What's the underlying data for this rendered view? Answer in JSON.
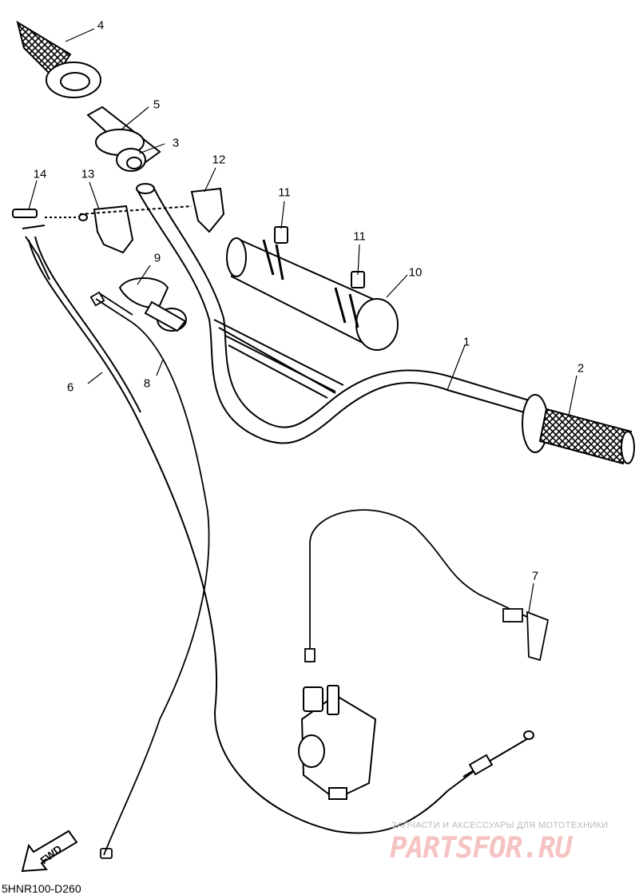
{
  "callouts": {
    "c1": "1",
    "c2": "2",
    "c3": "3",
    "c4": "4",
    "c5": "5",
    "c6": "6",
    "c7": "7",
    "c8": "8",
    "c9": "9",
    "c10": "10",
    "c11a": "11",
    "c11b": "11",
    "c12": "12",
    "c13": "13",
    "c14": "14"
  },
  "diagram_code": "5HNR100-D260",
  "fwd_label": "FWD",
  "watermark": {
    "tagline": "ЗАПЧАСТИ И АКСЕССУАРЫ ДЛЯ МОТОТЕХНИКИ",
    "brand": "PARTSFOR.RU"
  },
  "colors": {
    "line": "#000000",
    "watermark": "#f6c3c3"
  }
}
